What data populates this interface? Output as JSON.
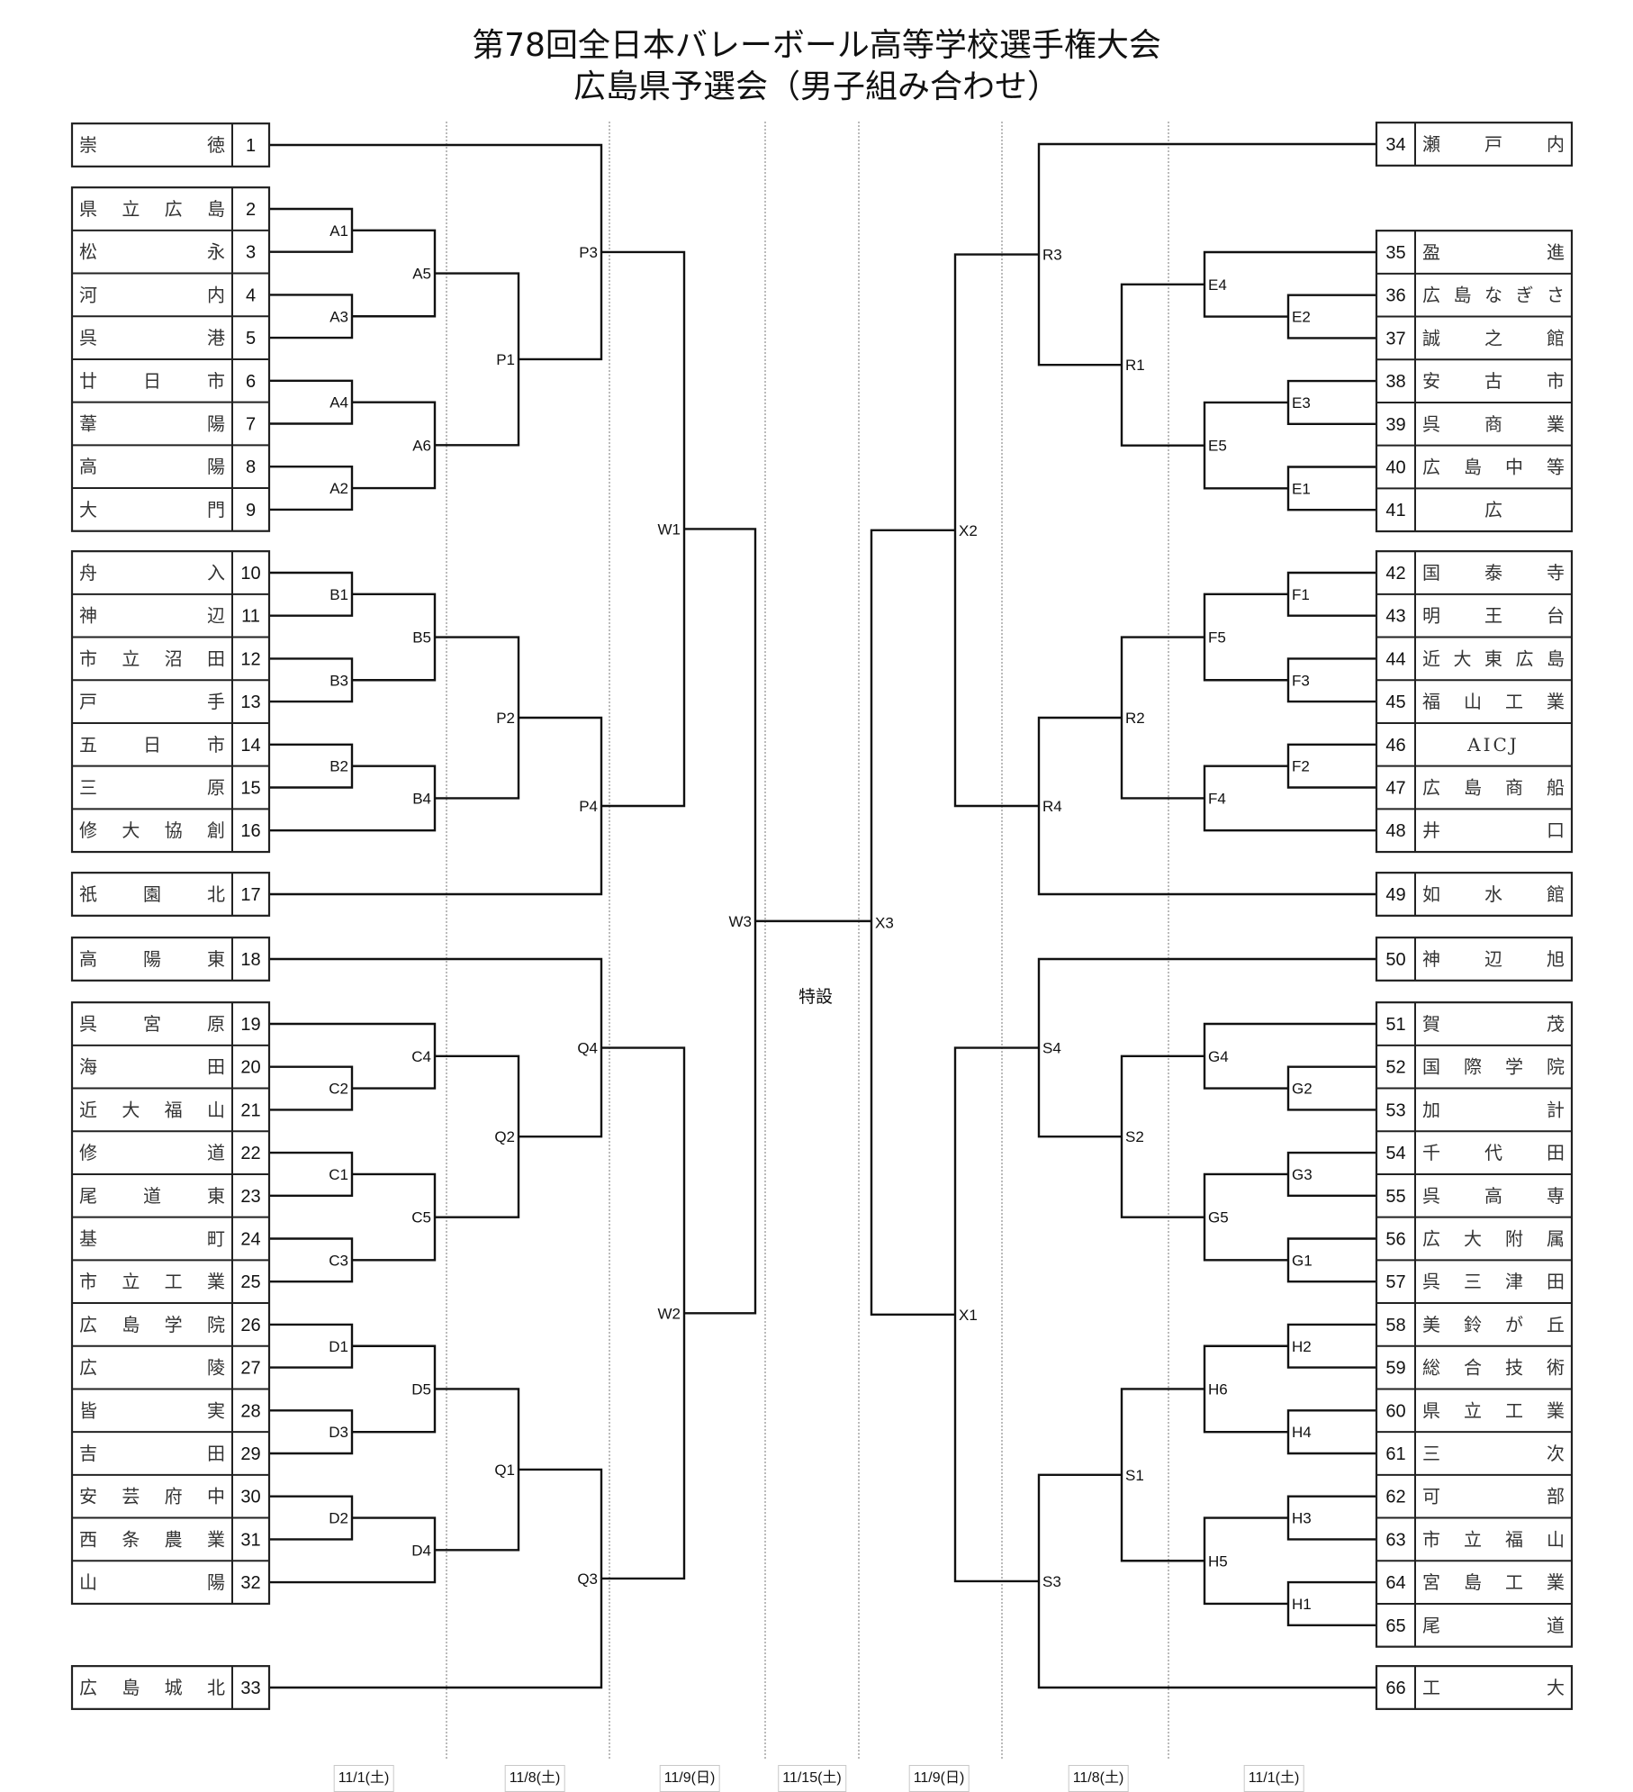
{
  "title": {
    "line1": "第78回全日本バレーボール高等学校選手権大会",
    "line2": "広島県予選会（男子組み合わせ）"
  },
  "special_label": "特設",
  "dates": [
    "11/1(土)",
    "11/8(土)",
    "11/9(日)",
    "11/15(土)",
    "11/9(日)",
    "11/8(土)",
    "11/1(土)"
  ],
  "left_teams": [
    {
      "no": "1",
      "name": [
        "崇",
        "徳"
      ]
    },
    {
      "no": "2",
      "name": [
        "県",
        "立",
        "広",
        "島"
      ]
    },
    {
      "no": "3",
      "name": [
        "松",
        "永"
      ]
    },
    {
      "no": "4",
      "name": [
        "河",
        "内"
      ]
    },
    {
      "no": "5",
      "name": [
        "呉",
        "港"
      ]
    },
    {
      "no": "6",
      "name": [
        "廿",
        "日",
        "市"
      ]
    },
    {
      "no": "7",
      "name": [
        "葦",
        "陽"
      ]
    },
    {
      "no": "8",
      "name": [
        "高",
        "陽"
      ]
    },
    {
      "no": "9",
      "name": [
        "大",
        "門"
      ]
    },
    {
      "no": "10",
      "name": [
        "舟",
        "入"
      ]
    },
    {
      "no": "11",
      "name": [
        "神",
        "辺"
      ]
    },
    {
      "no": "12",
      "name": [
        "市",
        "立",
        "沼",
        "田"
      ]
    },
    {
      "no": "13",
      "name": [
        "戸",
        "手"
      ]
    },
    {
      "no": "14",
      "name": [
        "五",
        "日",
        "市"
      ]
    },
    {
      "no": "15",
      "name": [
        "三",
        "原"
      ]
    },
    {
      "no": "16",
      "name": [
        "修",
        "大",
        "協",
        "創"
      ]
    },
    {
      "no": "17",
      "name": [
        "祇",
        "園",
        "北"
      ]
    },
    {
      "no": "18",
      "name": [
        "高",
        "陽",
        "東"
      ]
    },
    {
      "no": "19",
      "name": [
        "呉",
        "宮",
        "原"
      ]
    },
    {
      "no": "20",
      "name": [
        "海",
        "田"
      ]
    },
    {
      "no": "21",
      "name": [
        "近",
        "大",
        "福",
        "山"
      ]
    },
    {
      "no": "22",
      "name": [
        "修",
        "道"
      ]
    },
    {
      "no": "23",
      "name": [
        "尾",
        "道",
        "東"
      ]
    },
    {
      "no": "24",
      "name": [
        "基",
        "町"
      ]
    },
    {
      "no": "25",
      "name": [
        "市",
        "立",
        "工",
        "業"
      ]
    },
    {
      "no": "26",
      "name": [
        "広",
        "島",
        "学",
        "院"
      ]
    },
    {
      "no": "27",
      "name": [
        "広",
        "陵"
      ]
    },
    {
      "no": "28",
      "name": [
        "皆",
        "実"
      ]
    },
    {
      "no": "29",
      "name": [
        "吉",
        "田"
      ]
    },
    {
      "no": "30",
      "name": [
        "安",
        "芸",
        "府",
        "中"
      ]
    },
    {
      "no": "31",
      "name": [
        "西",
        "条",
        "農",
        "業"
      ]
    },
    {
      "no": "32",
      "name": [
        "山",
        "陽"
      ]
    },
    {
      "no": "33",
      "name": [
        "広",
        "島",
        "城",
        "北"
      ]
    }
  ],
  "right_teams": [
    {
      "no": "34",
      "name": [
        "瀬",
        "戸",
        "内"
      ]
    },
    {
      "no": "35",
      "name": [
        "盈",
        "進"
      ]
    },
    {
      "no": "36",
      "name": [
        "広",
        "島",
        "な",
        "ぎ",
        "さ"
      ]
    },
    {
      "no": "37",
      "name": [
        "誠",
        "之",
        "館"
      ]
    },
    {
      "no": "38",
      "name": [
        "安",
        "古",
        "市"
      ]
    },
    {
      "no": "39",
      "name": [
        "呉",
        "商",
        "業"
      ]
    },
    {
      "no": "40",
      "name": [
        "広",
        "島",
        "中",
        "等"
      ]
    },
    {
      "no": "41",
      "name": [
        "広"
      ]
    },
    {
      "no": "42",
      "name": [
        "国",
        "泰",
        "寺"
      ]
    },
    {
      "no": "43",
      "name": [
        "明",
        "王",
        "台"
      ]
    },
    {
      "no": "44",
      "name": [
        "近",
        "大",
        "東",
        "広",
        "島"
      ]
    },
    {
      "no": "45",
      "name": [
        "福",
        "山",
        "工",
        "業"
      ]
    },
    {
      "no": "46",
      "name": [
        "AICJ"
      ]
    },
    {
      "no": "47",
      "name": [
        "広",
        "島",
        "商",
        "船"
      ]
    },
    {
      "no": "48",
      "name": [
        "井",
        "口"
      ]
    },
    {
      "no": "49",
      "name": [
        "如",
        "水",
        "館"
      ]
    },
    {
      "no": "50",
      "name": [
        "神",
        "辺",
        "旭"
      ]
    },
    {
      "no": "51",
      "name": [
        "賀",
        "茂"
      ]
    },
    {
      "no": "52",
      "name": [
        "国",
        "際",
        "学",
        "院"
      ]
    },
    {
      "no": "53",
      "name": [
        "加",
        "計"
      ]
    },
    {
      "no": "54",
      "name": [
        "千",
        "代",
        "田"
      ]
    },
    {
      "no": "55",
      "name": [
        "呉",
        "高",
        "専"
      ]
    },
    {
      "no": "56",
      "name": [
        "広",
        "大",
        "附",
        "属"
      ]
    },
    {
      "no": "57",
      "name": [
        "呉",
        "三",
        "津",
        "田"
      ]
    },
    {
      "no": "58",
      "name": [
        "美",
        "鈴",
        "が",
        "丘"
      ]
    },
    {
      "no": "59",
      "name": [
        "総",
        "合",
        "技",
        "術"
      ]
    },
    {
      "no": "60",
      "name": [
        "県",
        "立",
        "工",
        "業"
      ]
    },
    {
      "no": "61",
      "name": [
        "三",
        "次"
      ]
    },
    {
      "no": "62",
      "name": [
        "可",
        "部"
      ]
    },
    {
      "no": "63",
      "name": [
        "市",
        "立",
        "福",
        "山"
      ]
    },
    {
      "no": "64",
      "name": [
        "宮",
        "島",
        "工",
        "業"
      ]
    },
    {
      "no": "65",
      "name": [
        "尾",
        "道"
      ]
    },
    {
      "no": "66",
      "name": [
        "工",
        "大"
      ]
    }
  ],
  "left_matches": [
    {
      "id": "A1",
      "a": "t2",
      "b": "t3",
      "level": 1
    },
    {
      "id": "A3",
      "a": "t4",
      "b": "t5",
      "level": 1
    },
    {
      "id": "A4",
      "a": "t6",
      "b": "t7",
      "level": 1
    },
    {
      "id": "A2",
      "a": "t8",
      "b": "t9",
      "level": 1
    },
    {
      "id": "A5",
      "a": "A1",
      "b": "A3",
      "level": 2
    },
    {
      "id": "A6",
      "a": "A4",
      "b": "A2",
      "level": 2
    },
    {
      "id": "P1",
      "a": "A5",
      "b": "A6",
      "level": 3
    },
    {
      "id": "P3",
      "a": "t1",
      "b": "P1",
      "level": 4
    },
    {
      "id": "B1",
      "a": "t10",
      "b": "t11",
      "level": 1
    },
    {
      "id": "B3",
      "a": "t12",
      "b": "t13",
      "level": 1
    },
    {
      "id": "B2",
      "a": "t14",
      "b": "t15",
      "level": 1
    },
    {
      "id": "B5",
      "a": "B1",
      "b": "B3",
      "level": 2
    },
    {
      "id": "B4",
      "a": "B2",
      "b": "t16",
      "level": 2
    },
    {
      "id": "P2",
      "a": "B5",
      "b": "B4",
      "level": 3
    },
    {
      "id": "P4",
      "a": "P2",
      "b": "t17",
      "level": 4
    },
    {
      "id": "W1",
      "a": "P3",
      "b": "P4",
      "level": 5
    },
    {
      "id": "C2",
      "a": "t20",
      "b": "t21",
      "level": 1
    },
    {
      "id": "C4",
      "a": "t19",
      "b": "C2",
      "level": 2
    },
    {
      "id": "C1",
      "a": "t22",
      "b": "t23",
      "level": 1
    },
    {
      "id": "C3",
      "a": "t24",
      "b": "t25",
      "level": 1
    },
    {
      "id": "C5",
      "a": "C1",
      "b": "C3",
      "level": 2
    },
    {
      "id": "Q2",
      "a": "C4",
      "b": "C5",
      "level": 3
    },
    {
      "id": "Q4",
      "a": "t18",
      "b": "Q2",
      "level": 4
    },
    {
      "id": "D1",
      "a": "t26",
      "b": "t27",
      "level": 1
    },
    {
      "id": "D3",
      "a": "t28",
      "b": "t29",
      "level": 1
    },
    {
      "id": "D5",
      "a": "D1",
      "b": "D3",
      "level": 2
    },
    {
      "id": "D2",
      "a": "t30",
      "b": "t31",
      "level": 1
    },
    {
      "id": "D4",
      "a": "D2",
      "b": "t32",
      "level": 2
    },
    {
      "id": "Q1",
      "a": "D5",
      "b": "D4",
      "level": 3
    },
    {
      "id": "Q3",
      "a": "Q1",
      "b": "t33",
      "level": 4
    },
    {
      "id": "W2",
      "a": "Q4",
      "b": "Q3",
      "level": 5
    },
    {
      "id": "W3",
      "a": "W1",
      "b": "W2",
      "level": 6
    }
  ],
  "right_matches": [
    {
      "id": "E2",
      "a": "t36",
      "b": "t37",
      "level": 1
    },
    {
      "id": "E4",
      "a": "t35",
      "b": "E2",
      "level": 2
    },
    {
      "id": "E3",
      "a": "t38",
      "b": "t39",
      "level": 1
    },
    {
      "id": "E1",
      "a": "t40",
      "b": "t41",
      "level": 1
    },
    {
      "id": "E5",
      "a": "E3",
      "b": "E1",
      "level": 2
    },
    {
      "id": "R1",
      "a": "E4",
      "b": "E5",
      "level": 3
    },
    {
      "id": "R3",
      "a": "t34",
      "b": "R1",
      "level": 4
    },
    {
      "id": "F1",
      "a": "t42",
      "b": "t43",
      "level": 1
    },
    {
      "id": "F3",
      "a": "t44",
      "b": "t45",
      "level": 1
    },
    {
      "id": "F5",
      "a": "F1",
      "b": "F3",
      "level": 2
    },
    {
      "id": "F2",
      "a": "t46",
      "b": "t47",
      "level": 1
    },
    {
      "id": "F4",
      "a": "F2",
      "b": "t48",
      "level": 2
    },
    {
      "id": "R2",
      "a": "F5",
      "b": "F4",
      "level": 3
    },
    {
      "id": "R4",
      "a": "R2",
      "b": "t49",
      "level": 4
    },
    {
      "id": "X2",
      "a": "R3",
      "b": "R4",
      "level": 5
    },
    {
      "id": "G2",
      "a": "t52",
      "b": "t53",
      "level": 1
    },
    {
      "id": "G4",
      "a": "t51",
      "b": "G2",
      "level": 2
    },
    {
      "id": "G3",
      "a": "t54",
      "b": "t55",
      "level": 1
    },
    {
      "id": "G1",
      "a": "t56",
      "b": "t57",
      "level": 1
    },
    {
      "id": "G5",
      "a": "G3",
      "b": "G1",
      "level": 2
    },
    {
      "id": "S2",
      "a": "G4",
      "b": "G5",
      "level": 3
    },
    {
      "id": "S4",
      "a": "t50",
      "b": "S2",
      "level": 4
    },
    {
      "id": "H2",
      "a": "t58",
      "b": "t59",
      "level": 1
    },
    {
      "id": "H4",
      "a": "t60",
      "b": "t61",
      "level": 1
    },
    {
      "id": "H6",
      "a": "H2",
      "b": "H4",
      "level": 2
    },
    {
      "id": "H3",
      "a": "t62",
      "b": "t63",
      "level": 1
    },
    {
      "id": "H1",
      "a": "t64",
      "b": "t65",
      "level": 1
    },
    {
      "id": "H5",
      "a": "H3",
      "b": "H1",
      "level": 2
    },
    {
      "id": "S1",
      "a": "H6",
      "b": "H5",
      "level": 3
    },
    {
      "id": "S3",
      "a": "S1",
      "b": "t66",
      "level": 4
    },
    {
      "id": "X1",
      "a": "S4",
      "b": "S3",
      "level": 5
    },
    {
      "id": "X3",
      "a": "X2",
      "b": "X1",
      "level": 6
    }
  ],
  "final": {
    "a": "W3",
    "b": "X3"
  }
}
